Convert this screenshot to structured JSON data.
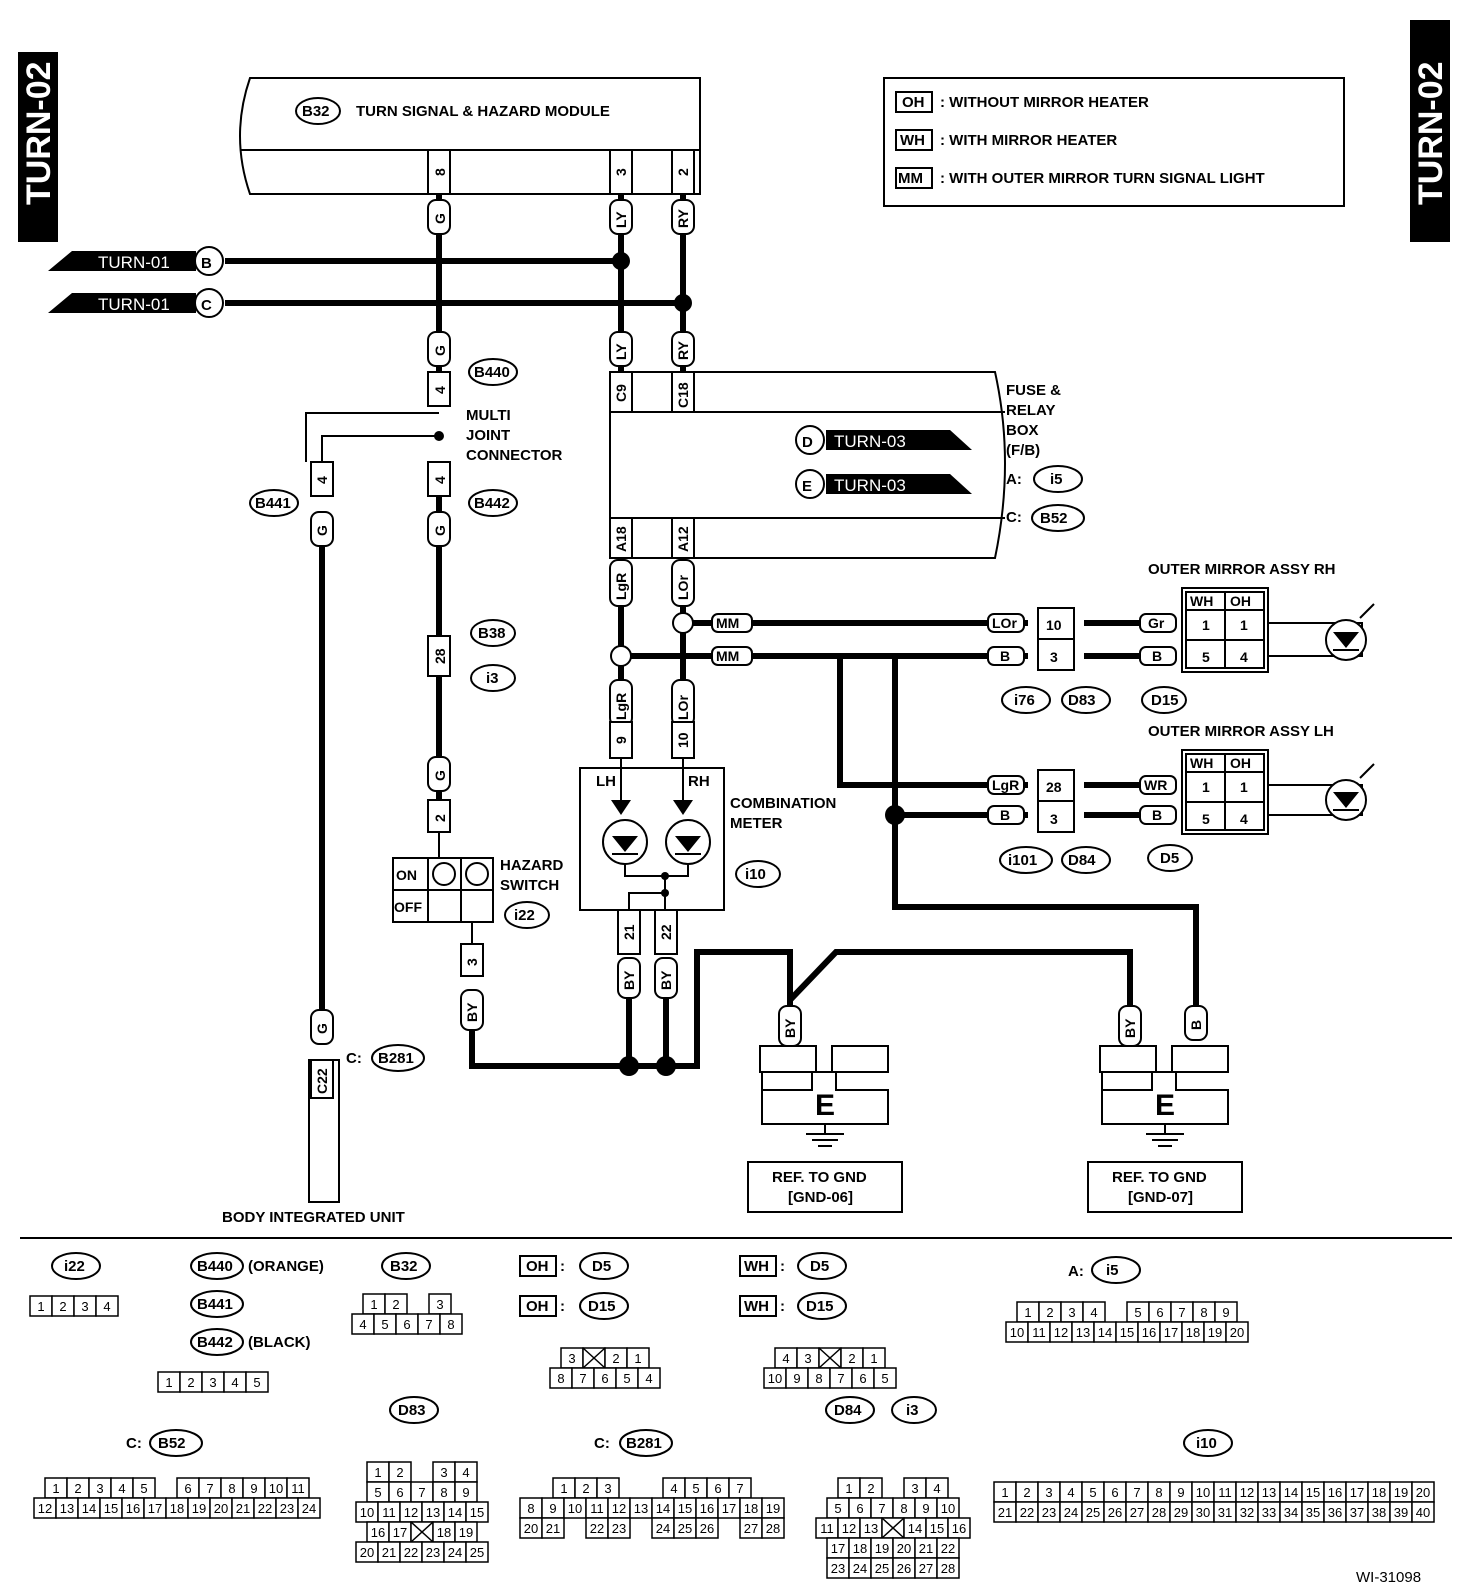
{
  "page_label": "TURN-02",
  "figure_id": "WI-31098",
  "legend": [
    {
      "code": "OH",
      "text": ": WITHOUT MIRROR HEATER"
    },
    {
      "code": "WH",
      "text": ": WITH MIRROR HEATER"
    },
    {
      "code": "MM",
      "text": ": WITH OUTER MIRROR TURN SIGNAL LIGHT"
    }
  ],
  "modules": {
    "turn_module": {
      "id": "B32",
      "title": "TURN SIGNAL & HAZARD MODULE",
      "pins": [
        "8",
        "3",
        "2"
      ]
    },
    "fuse_box": {
      "title_lines": [
        "FUSE &",
        "RELAY",
        "BOX",
        "(F/B)"
      ],
      "a_prefix": "A:",
      "a_id": "i5",
      "c_prefix": "C:",
      "c_id": "B52",
      "pins": [
        "C9",
        "C18",
        "A18",
        "A12"
      ]
    },
    "joint": {
      "title_lines": [
        "MULTI",
        "JOINT",
        "CONNECTOR"
      ],
      "ids": [
        "B440",
        "B441",
        "B442"
      ]
    },
    "meter": {
      "title_lines": [
        "COMBINATION",
        "METER"
      ],
      "id": "i10",
      "lh": "LH",
      "rh": "RH",
      "pins": [
        "9",
        "10",
        "21",
        "22"
      ]
    },
    "hazard": {
      "title_lines": [
        "HAZARD",
        "SWITCH"
      ],
      "id": "i22",
      "on": "ON",
      "off": "OFF"
    },
    "body_unit": {
      "title": "BODY INTEGRATED UNIT",
      "prefix": "C:",
      "id": "B281",
      "pin": "C22"
    },
    "mirror_rh": {
      "title": "OUTER MIRROR ASSY RH",
      "conn": "D15",
      "inline": [
        "i76",
        "D83"
      ]
    },
    "mirror_lh": {
      "title": "OUTER MIRROR ASSY LH",
      "conn": "D5",
      "inline": [
        "i101",
        "D84"
      ]
    },
    "gnd1": {
      "letter": "E",
      "ref_lines": [
        "REF. TO GND",
        "[GND-06]"
      ]
    },
    "gnd2": {
      "letter": "E",
      "ref_lines": [
        "REF. TO GND",
        "[GND-07]"
      ]
    }
  },
  "links": [
    {
      "page": "TURN-01",
      "letter": "B"
    },
    {
      "page": "TURN-01",
      "letter": "C"
    },
    {
      "page": "TURN-03",
      "letter": "D"
    },
    {
      "page": "TURN-03",
      "letter": "E"
    }
  ],
  "wires": {
    "g": "G",
    "ly": "LY",
    "ry": "RY",
    "lgr": "LgR",
    "lor": "LOr",
    "by": "BY",
    "b": "B",
    "gr": "Gr",
    "wr": "WR",
    "mm": "MM"
  },
  "connector_ids": [
    "B38",
    "i3"
  ],
  "pin_numbers": {
    "p4": "4",
    "p28": "28",
    "p2": "2",
    "p3": "3",
    "p10": "10",
    "p1": "1",
    "p5": "5",
    "wh": "WH",
    "oh": "OH"
  },
  "views": {
    "i22": {
      "id": "i22",
      "rows": [
        [
          "1",
          "2",
          "3",
          "4"
        ]
      ]
    },
    "b44x": {
      "ids": [
        "B440",
        "B441",
        "B442"
      ],
      "notes": [
        "(ORANGE)",
        "(BLACK)"
      ],
      "rows": [
        [
          "1",
          "2",
          "3",
          "4",
          "5"
        ]
      ]
    },
    "b32": {
      "id": "B32",
      "rows": [
        [
          "1",
          "2",
          "",
          "3"
        ],
        [
          "4",
          "5",
          "6",
          "7",
          "8"
        ]
      ]
    },
    "oh": {
      "code": "OH",
      "ids": [
        "D5",
        "D15"
      ],
      "rows": [
        [
          "3",
          "X",
          "2",
          "1"
        ],
        [
          "8",
          "7",
          "6",
          "5",
          "4"
        ]
      ]
    },
    "wh": {
      "code": "WH",
      "ids": [
        "D5",
        "D15"
      ],
      "rows": [
        [
          "4",
          "3",
          "X",
          "2",
          "1"
        ],
        [
          "10",
          "9",
          "8",
          "7",
          "6",
          "5"
        ]
      ]
    },
    "i5": {
      "prefix": "A:",
      "id": "i5",
      "rows": [
        [
          "1",
          "2",
          "3",
          "4",
          "",
          "5",
          "6",
          "7",
          "8",
          "9"
        ],
        [
          "10",
          "11",
          "12",
          "13",
          "14",
          "15",
          "16",
          "17",
          "18",
          "19",
          "20"
        ]
      ]
    },
    "b52": {
      "prefix": "C:",
      "id": "B52",
      "rows": [
        [
          "1",
          "2",
          "3",
          "4",
          "5",
          "",
          "6",
          "7",
          "8",
          "9",
          "10",
          "11"
        ],
        [
          "12",
          "13",
          "14",
          "15",
          "16",
          "17",
          "18",
          "19",
          "20",
          "21",
          "22",
          "23",
          "24"
        ]
      ]
    },
    "d83": {
      "id": "D83",
      "rows": [
        [
          "1",
          "2",
          "",
          "3",
          "4"
        ],
        [
          "5",
          "6",
          "7",
          "8",
          "9"
        ],
        [
          "10",
          "11",
          "12",
          "13",
          "14",
          "15"
        ],
        [
          "16",
          "17",
          "X",
          "18",
          "19"
        ],
        [
          "20",
          "21",
          "22",
          "23",
          "24",
          "25"
        ]
      ]
    },
    "b281": {
      "prefix": "C:",
      "id": "B281",
      "rows": [
        [
          "1",
          "2",
          "3",
          "",
          "",
          "4",
          "5",
          "6",
          "7"
        ],
        [
          "8",
          "9",
          "10",
          "11",
          "12",
          "13",
          "14",
          "15",
          "16",
          "17",
          "18",
          "19"
        ],
        [
          "20",
          "21",
          "",
          "22",
          "23",
          "",
          "24",
          "25",
          "26",
          "",
          "27",
          "28"
        ]
      ]
    },
    "d84": {
      "ids": [
        "D84",
        "i3"
      ],
      "rows": [
        [
          "1",
          "2",
          "",
          "3",
          "4"
        ],
        [
          "5",
          "6",
          "7",
          "8",
          "9",
          "10"
        ],
        [
          "11",
          "12",
          "13",
          "X",
          "14",
          "15",
          "16"
        ],
        [
          "17",
          "18",
          "19",
          "20",
          "21",
          "22"
        ],
        [
          "23",
          "24",
          "25",
          "26",
          "27",
          "28"
        ]
      ]
    },
    "i10": {
      "id": "i10",
      "rows": [
        [
          "1",
          "2",
          "3",
          "4",
          "5",
          "6",
          "7",
          "8",
          "9",
          "10",
          "11",
          "12",
          "13",
          "14",
          "15",
          "16",
          "17",
          "18",
          "19",
          "20"
        ],
        [
          "21",
          "22",
          "23",
          "24",
          "25",
          "26",
          "27",
          "28",
          "29",
          "30",
          "31",
          "32",
          "33",
          "34",
          "35",
          "36",
          "37",
          "38",
          "39",
          "40"
        ]
      ]
    }
  }
}
